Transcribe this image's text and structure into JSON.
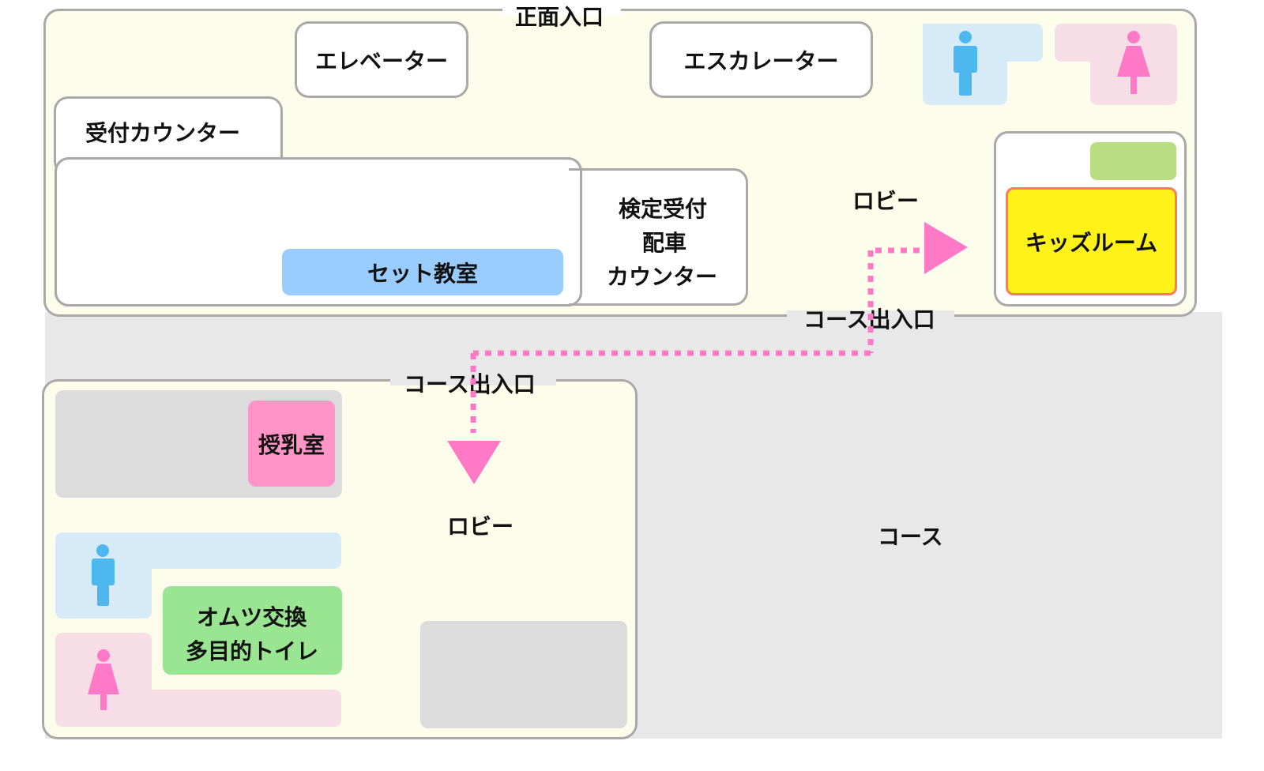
{
  "labels": {
    "main_entrance": "正面入口",
    "elevator": "エレベーター",
    "escalator": "エスカレーター",
    "reception_counter": "受付カウンター",
    "set_classroom": "セット教室",
    "exam_reception_line1": "検定受付",
    "exam_reception_line2": "配車",
    "exam_reception_line3": "カウンター",
    "lobby_upper": "ロビー",
    "kids_room": "キッズルーム",
    "course_entrance_upper": "コース出入口",
    "course_entrance_lower": "コース出入口",
    "nursing_room": "授乳室",
    "lobby_lower": "ロビー",
    "course": "コース",
    "diaper_line1": "オムツ交換",
    "diaper_line2": "多目的トイレ"
  },
  "icons": {
    "men_restroom": "male-restroom-icon",
    "women_restroom": "female-restroom-icon",
    "route_arrow": "triangle-arrow-icon"
  },
  "colors": {
    "lobby_fill": "#fdfdec",
    "course_fill": "#e8e8e8",
    "border": "#a9a9a9",
    "men": "#4db8ee",
    "men_area": "#d6eaf8",
    "women": "#ff79c6",
    "women_area": "#f6dde6",
    "route": "#ff79c6",
    "set_classroom": "#99ccff",
    "kids_room": "#fff21a",
    "kids_room_border": "#ff7a5c",
    "nursing_room": "#ff94c6",
    "diaper": "#99e591",
    "green_small": "#b9dd81",
    "gray_block": "#dcdcdc"
  }
}
